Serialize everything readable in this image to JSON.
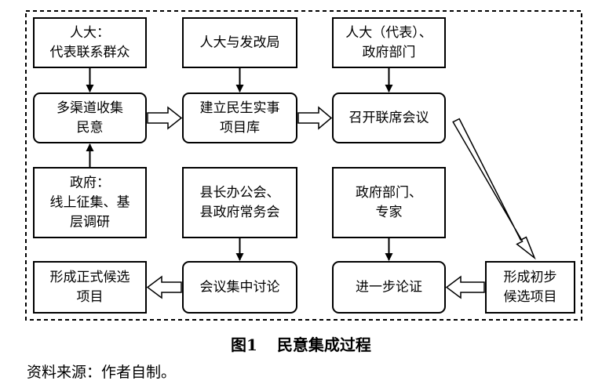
{
  "nodes": {
    "rd_contact": "人大：\n代表联系群众",
    "npc_ndrc": "人大与发改局",
    "npc_gov_dept": "人大（代表）、\n政府部门",
    "collect_opinion": "多渠道收集\n民意",
    "project_library": "建立民生实事\n项目库",
    "joint_meeting": "召开联席会议",
    "gov_online": "政府：\n线上征集、基\n层调研",
    "county_meetings": "县长办公会、\n县政府常务会",
    "gov_experts": "政府部门、\n专家",
    "formal_candidates": "形成正式候选\n项目",
    "concentrated_discussion": "会议集中讨论",
    "further_demonstration": "进一步论证",
    "preliminary_candidates": "形成初步\n候选项目"
  },
  "caption": {
    "number": "图1",
    "title": "民意集成过程"
  },
  "source_note": "资料来源：作者自制。"
}
